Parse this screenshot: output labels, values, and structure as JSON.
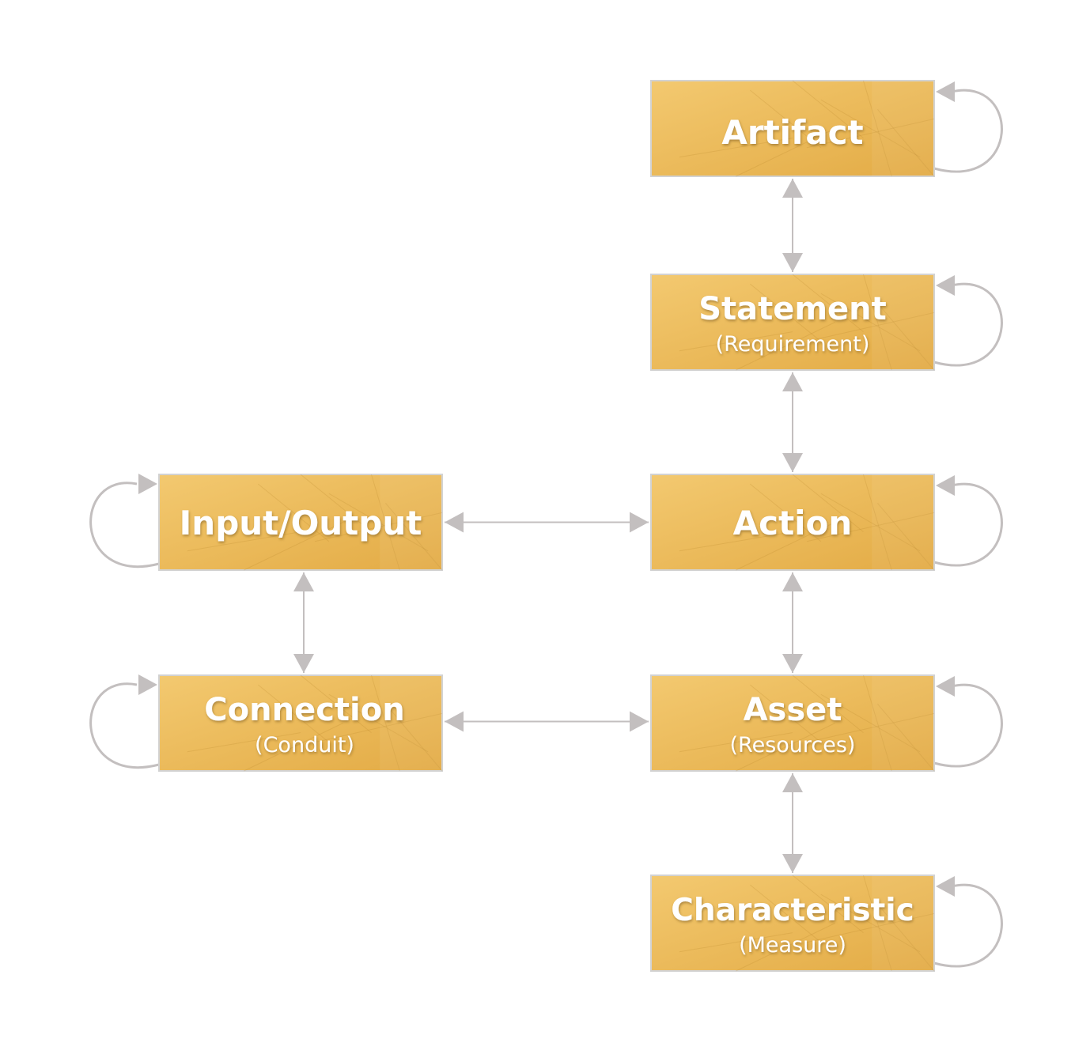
{
  "colors": {
    "node_fill_light": "#f2c66c",
    "node_fill_dark": "#e0a73e",
    "node_border": "#d2d2d2",
    "connector": "#c3bfbf",
    "background": "#ffffff"
  },
  "nodes": [
    {
      "id": "artifact",
      "title": "Artifact",
      "subtitle": ""
    },
    {
      "id": "statement",
      "title": "Statement",
      "subtitle": "(Requirement)"
    },
    {
      "id": "action",
      "title": "Action",
      "subtitle": ""
    },
    {
      "id": "input_output",
      "title": "Input/Output",
      "subtitle": ""
    },
    {
      "id": "connection",
      "title": "Connection",
      "subtitle": "(Conduit)"
    },
    {
      "id": "asset",
      "title": "Asset",
      "subtitle": "(Resources)"
    },
    {
      "id": "characteristic",
      "title": "Characteristic",
      "subtitle": "(Measure)"
    }
  ],
  "edges": [
    {
      "from": "artifact",
      "to": "statement",
      "direction": "both"
    },
    {
      "from": "statement",
      "to": "action",
      "direction": "both"
    },
    {
      "from": "action",
      "to": "asset",
      "direction": "both"
    },
    {
      "from": "asset",
      "to": "characteristic",
      "direction": "both"
    },
    {
      "from": "input_output",
      "to": "action",
      "direction": "both"
    },
    {
      "from": "input_output",
      "to": "connection",
      "direction": "both"
    },
    {
      "from": "connection",
      "to": "asset",
      "direction": "both"
    }
  ],
  "self_loops": [
    "artifact",
    "statement",
    "action",
    "asset",
    "characteristic",
    "input_output",
    "connection"
  ]
}
